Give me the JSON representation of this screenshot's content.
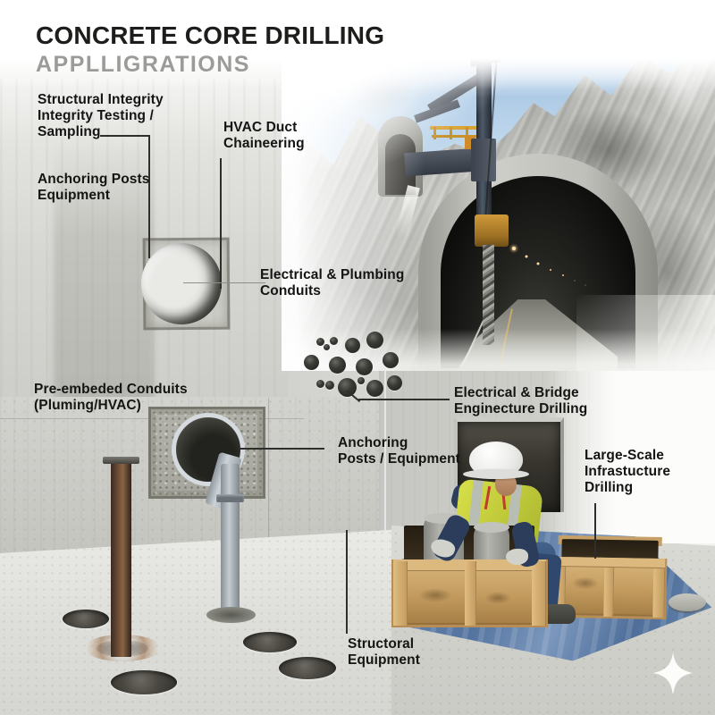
{
  "header": {
    "title": "CONCRETE CORE DRILLING",
    "subtitle": "APPLLIGRATIONS"
  },
  "callouts": {
    "structural_integrity": "Structural Integrity\n Integrity Testing /\nSampling",
    "hvac_duct": "HVAC Duct\nChaineering",
    "anchoring_posts": "Anchoring Posts\nEquipment",
    "electrical_plumbing": "Electrical & Plumbing\nConduits",
    "pre_embedded_conduits": "Pre-embeded Conduits\n(Pluming/HVAC)",
    "electrical_bridge": "Electrical & Bridge\n Enginecture Drilling",
    "anchoring_equipment": "Anchoring\nPosts / Equipment",
    "large_scale": "Large-Scale\nInfrastucture\nDrilling",
    "structural_equipment": "Structoral\nEquipment"
  },
  "scene": {
    "photo_elements": [
      "tunnel-entrance-with-drilling-rig",
      "concrete-wall-square-cut-core-hole",
      "core-hole-dot-pattern",
      "pre-embedded-pvc-pipe-in-wall",
      "rusty-anchor-post-in-floor-core",
      "floor-core-holes",
      "worker-inspecting-core-samples-in-crates"
    ],
    "logo_icon": "four-point-sparkle"
  },
  "palette": {
    "title_text": "#1d1d1b",
    "subtitle_text": "#9b9b99",
    "label_text": "#141413",
    "callout_line": "#2e2e2c",
    "sky_blue": "#aecbe6",
    "rock_gray": "#b2b2ae",
    "concrete_wall": "#d6d6d2",
    "concrete_floor": "#dededa",
    "tunnel_interior": "#141412",
    "machine_steel": "#3c434e",
    "safety_yellow": "#c9d33e",
    "safety_orange": "#d9a233",
    "helmet_white": "#f2f2ef",
    "tarp_blue": "#5d7fa9",
    "crate_wood": "#c9a369",
    "pvc_pipe_gray": "#c6cdd1",
    "rust_brown": "#6b4e38",
    "logo_white": "#fcfcfa"
  }
}
